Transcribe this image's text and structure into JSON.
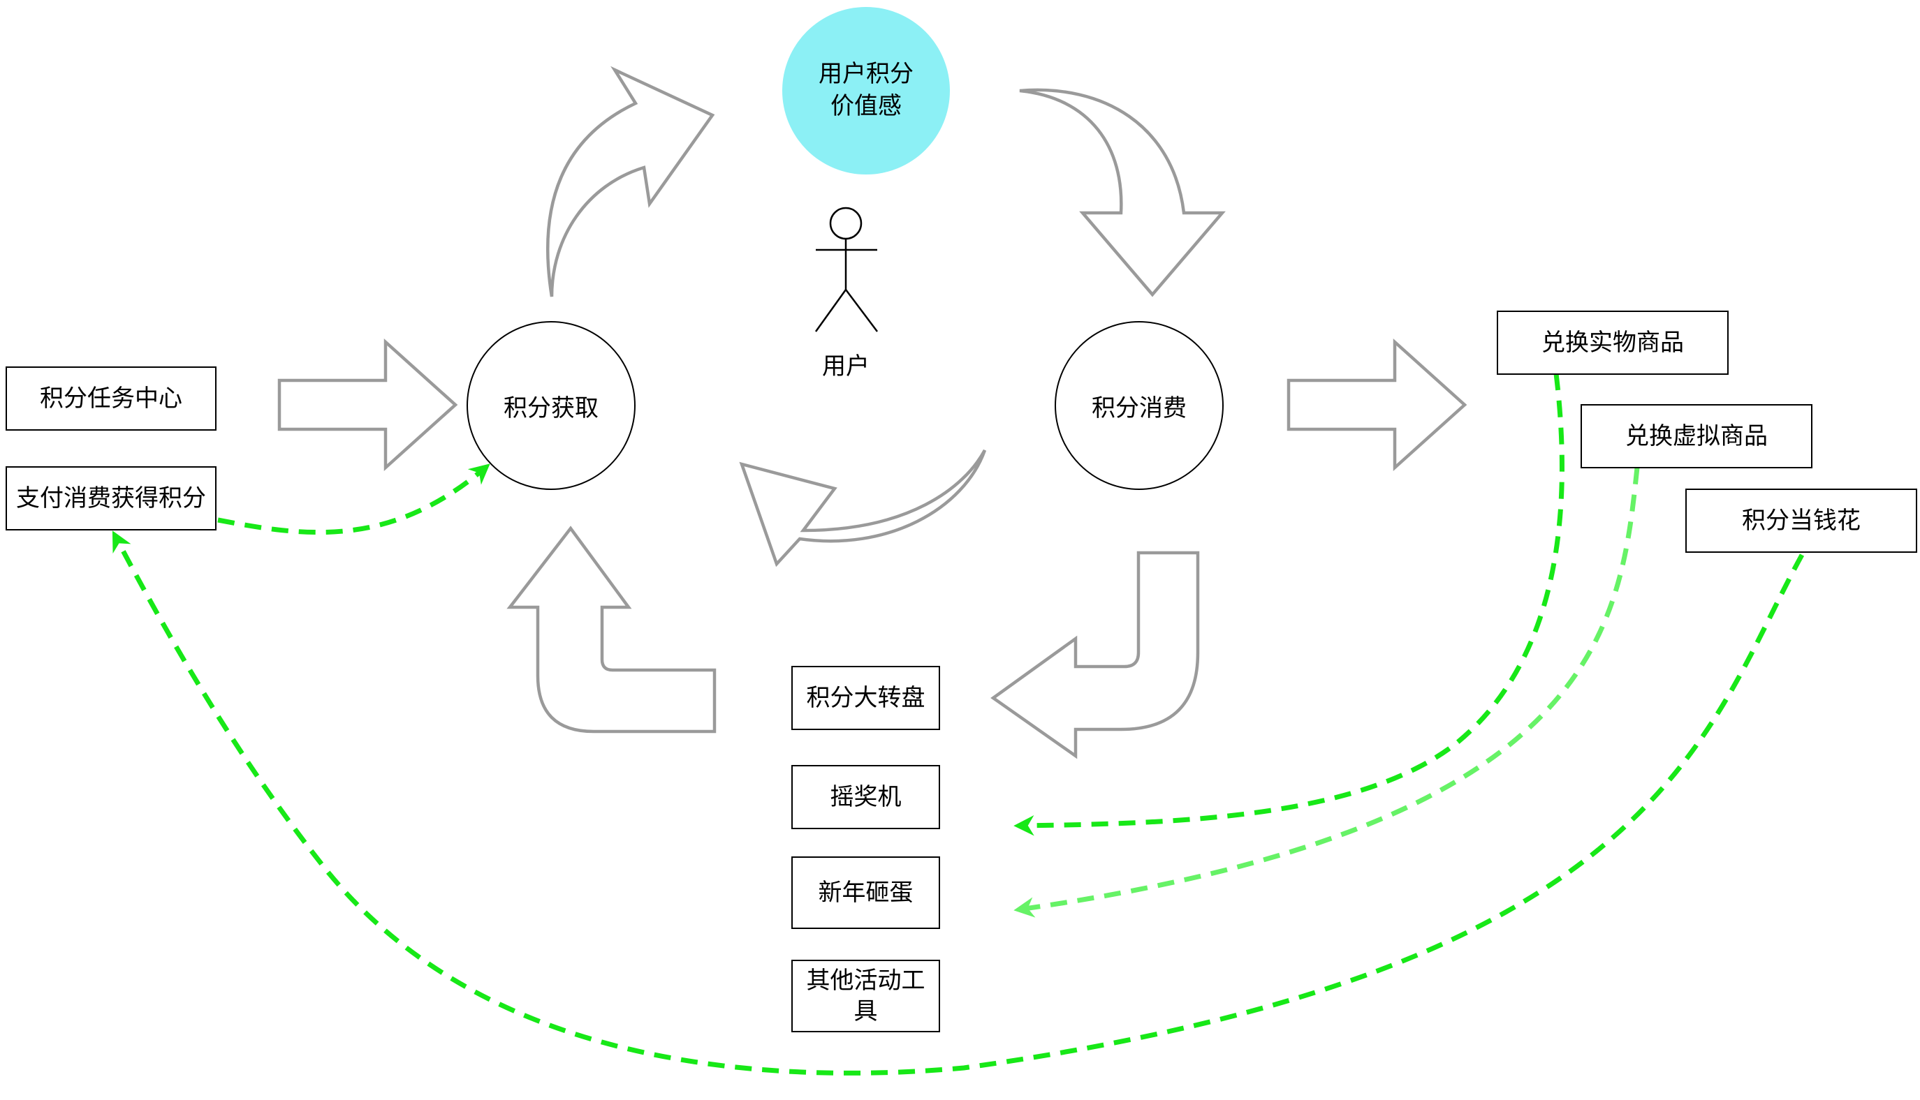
{
  "center": {
    "value_line1": "用户积分",
    "value_line2": "价值感",
    "actor_label": "用户",
    "acquire": "积分获取",
    "consume": "积分消费"
  },
  "sources": {
    "task_center": "积分任务中心",
    "pay_earn": "支付消费获得积分"
  },
  "consumption": {
    "physical": "兑换实物商品",
    "virtual": "兑换虚拟商品",
    "spend": "积分当钱花"
  },
  "activities": {
    "wheel": "积分大转盘",
    "slot": "摇奖机",
    "egg": "新年砸蛋",
    "other": "其他活动工具"
  },
  "colors": {
    "value_fill": "#8cf0f5",
    "arrow_stroke": "#9a9a9a",
    "dash_green": "#17e817",
    "dash_light_green": "#66f266"
  }
}
